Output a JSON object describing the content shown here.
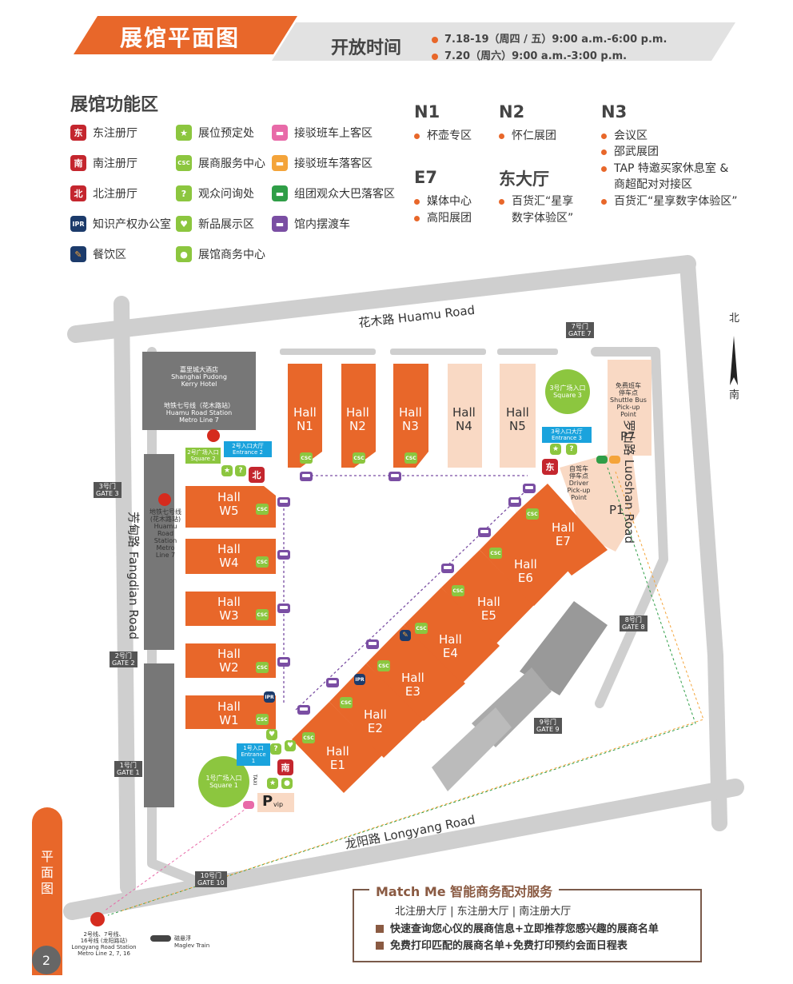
{
  "header": {
    "title": "展馆平面图",
    "hours_label": "开放时间",
    "hours": [
      "7.18-19（周四 / 五）9:00 a.m.-6:00 p.m.",
      "7.20（周六）9:00 a.m.-3:00 p.m."
    ]
  },
  "legend": {
    "title": "展馆功能区",
    "col1": [
      {
        "icon": "east-registration-icon",
        "glyph": "东",
        "label": "东注册厅"
      },
      {
        "icon": "south-registration-icon",
        "glyph": "南",
        "label": "南注册厅"
      },
      {
        "icon": "north-registration-icon",
        "glyph": "北",
        "label": "北注册厅"
      },
      {
        "icon": "ipr-office-icon",
        "glyph": "IPR",
        "label": "知识产权办公室"
      },
      {
        "icon": "dining-icon",
        "glyph": "✎",
        "label": "餐饮区"
      }
    ],
    "col2": [
      {
        "icon": "booth-booking-icon",
        "glyph": "★",
        "label": "展位预定处"
      },
      {
        "icon": "csc-icon",
        "glyph": "CSC",
        "label": "展商服务中心"
      },
      {
        "icon": "info-desk-icon",
        "glyph": "?",
        "label": "观众问询处"
      },
      {
        "icon": "new-product-icon",
        "glyph": "♥",
        "label": "新品展示区"
      },
      {
        "icon": "business-center-icon",
        "glyph": "●",
        "label": "展馆商务中心"
      }
    ],
    "col3": [
      {
        "icon": "shuttle-pickup-icon",
        "label": "接驳班车上客区"
      },
      {
        "icon": "shuttle-dropoff-icon",
        "label": "接驳班车落客区"
      },
      {
        "icon": "group-bus-icon",
        "label": "组团观众大巴落客区"
      },
      {
        "icon": "hall-shuttle-icon",
        "label": "馆内摆渡车"
      }
    ]
  },
  "zones": {
    "n1": {
      "heading": "N1",
      "items": [
        "杯壶专区"
      ]
    },
    "n2": {
      "heading": "N2",
      "items": [
        "怀仁展团"
      ]
    },
    "n3": {
      "heading": "N3",
      "items": [
        "会议区",
        "邵武展团",
        "TAP 特邀买家休息室 &",
        "商超配对对接区",
        "百货汇“星享数字体验区”"
      ]
    },
    "e7": {
      "heading": "E7",
      "items": [
        "媒体中心",
        "高阳展团"
      ]
    },
    "east": {
      "heading": "东大厅",
      "items": [
        "百货汇“星享",
        "数字体验区”"
      ]
    }
  },
  "map": {
    "roads": {
      "huamu": "花木路 Huamu Road",
      "luoshan": "罗山路 Luoshan Road",
      "fangdian": "芳甸路 Fangdian Road",
      "longyang": "龙阳路 Longyang Road"
    },
    "compass": {
      "north": "北",
      "south": "南"
    },
    "gates": {
      "g1": [
        "1号门",
        "GATE 1"
      ],
      "g2": [
        "2号门",
        "GATE 2"
      ],
      "g3": [
        "3号门",
        "GATE 3"
      ],
      "g7": [
        "7号门",
        "GATE 7"
      ],
      "g8": [
        "8号门",
        "GATE 8"
      ],
      "g9": [
        "9号门",
        "GATE 9"
      ],
      "g10": [
        "10号门",
        "GATE 10"
      ]
    },
    "halls": {
      "n1": "Hall N1",
      "n2": "Hall N2",
      "n3": "Hall N3",
      "n4": "Hall N4",
      "n5": "Hall N5",
      "w1": "Hall W1",
      "w2": "Hall W2",
      "w3": "Hall W3",
      "w4": "Hall W4",
      "w5": "Hall W5",
      "e1": "Hall E1",
      "e2": "Hall E2",
      "e3": "Hall E3",
      "e4": "Hall E4",
      "e5": "Hall E5",
      "e6": "Hall E6",
      "e7": "Hall E7"
    },
    "kerry": [
      "嘉里城大酒店",
      "Shanghai Pudong",
      "Kerry Hotel"
    ],
    "metro7_huamu": [
      "地铁七号线（花木路站）",
      "Huamu Road Station",
      "Metro Line 7"
    ],
    "metro7_side": [
      "地铁七号线",
      "(花木路站)",
      "Huamu Road",
      "Station Metro",
      "Line 7"
    ],
    "square1": [
      "1号广场入口",
      "Square 1"
    ],
    "square2": [
      "2号广场入口",
      "Square 2"
    ],
    "square3": [
      "3号广场入口",
      "Square 3"
    ],
    "entrance1": [
      "1号入口",
      "Entrance 1"
    ],
    "entrance2": [
      "2号入口大厅",
      "Entrance 2"
    ],
    "entrance3": [
      "3号入口大厅",
      "Entrance 3"
    ],
    "shuttle_pickup": [
      "免费班车",
      "停车点",
      "Shuttle Bus",
      "Pick-up",
      "Point"
    ],
    "driver_pickup": [
      "自驾车",
      "停车点",
      "Driver",
      "Pick-up",
      "Point"
    ],
    "parking": {
      "p1": "P1",
      "p7": "P7",
      "pvip": "P",
      "vip": "vip",
      "taxi": "TAXI"
    },
    "longyang_station": [
      "2号线、7号线、",
      "16号线 (龙阳路站)",
      "Longyang Road Station",
      "Metro Line 2, 7, 16"
    ],
    "maglev": [
      "磁悬浮",
      "Maglev Train"
    ]
  },
  "matchme": {
    "title": "Match Me 智能商务配对服务",
    "subtitle": "北注册大厅 | 东注册大厅 | 南注册大厅",
    "items": [
      "快速查询您心仪的展商信息+立即推荐您感兴趣的展商名单",
      "免费打印匹配的展商名单+免费打印预约会面日程表"
    ]
  },
  "side_tab": "平面图",
  "page_number": "2",
  "colors": {
    "accent": "#e8672a",
    "hall_light": "#f9d9c4",
    "csc_green": "#8cc63f",
    "entrance_blue": "#1aa3dd",
    "shuttle_purple": "#7a4ea3",
    "brown": "#8a5a42"
  }
}
